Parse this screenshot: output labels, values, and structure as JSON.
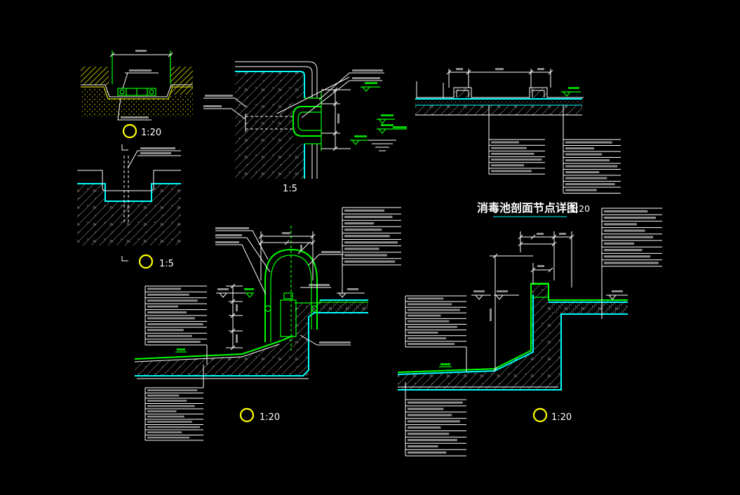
{
  "title": {
    "text": "消毒池剖面节点详图",
    "scale": "1:20"
  },
  "details": {
    "grate_trench": {
      "scale": "1:20"
    },
    "trench_section": {
      "scale": "1:5"
    },
    "drain_section": {
      "scale": "1:5"
    },
    "pool_entry_section": {
      "scale": "1:20"
    },
    "pool_wall_section": {
      "scale": "1:20"
    }
  },
  "colors": {
    "background": "#000000",
    "outline": "#00ffff",
    "detail": "#00ff00",
    "ground": "#ffff00",
    "linework": "#ffffff",
    "hatch": "#8c8c8c",
    "marker": "#ffff00"
  }
}
